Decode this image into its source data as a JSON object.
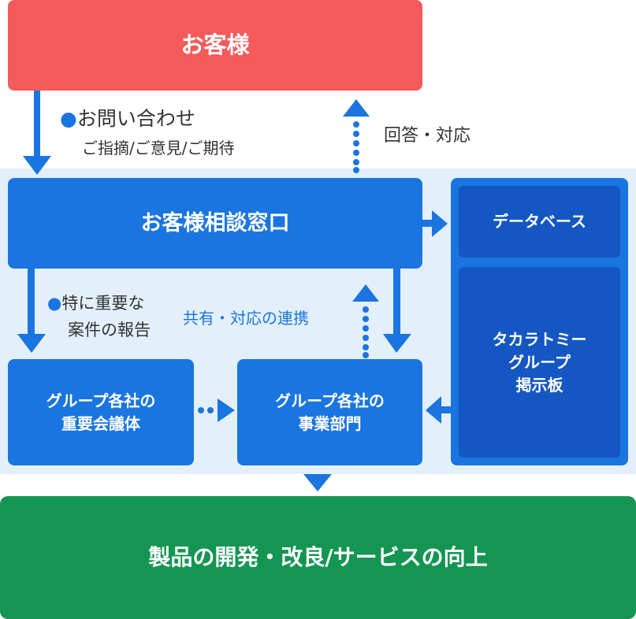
{
  "customer": "お客様",
  "inquiry": {
    "title": "お問い合わせ",
    "detail": "ご指摘/ご意見/ご期待"
  },
  "reply": "回答・対応",
  "consultation_window": "お客様相談窓口",
  "database": "データベース",
  "board": "タカラトミー\nグループ\n掲示板",
  "important_cases": {
    "line1": "特に重要な",
    "line2": "案件の報告"
  },
  "share_label": "共有・対応の連携",
  "group_meeting": "グループ各社の\n重要会議体",
  "business_dept": "グループ各社の\n事業部門",
  "result": "製品の開発・改良/サービスの向上",
  "colors": {
    "customer": "#f45a5a",
    "primary_blue": "#1a75e0",
    "dark_blue": "#1457c2",
    "band": "#e3f0fb",
    "result_green": "#149652"
  }
}
